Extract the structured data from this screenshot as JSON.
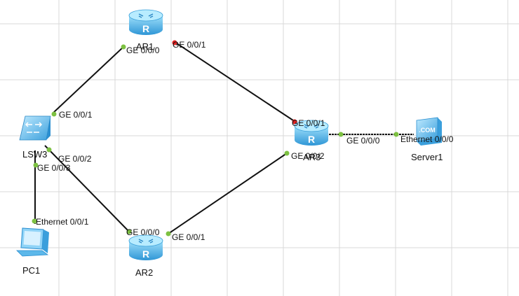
{
  "colors": {
    "grid": "#d9d9d9",
    "link": "#111111",
    "port_up": "#7dc142",
    "port_down": "#e02020",
    "device_light": "#7ed0f5",
    "device_dark": "#2b8fd0"
  },
  "devices": {
    "ar1": {
      "label": "AR1",
      "icon": "router-icon"
    },
    "ar2": {
      "label": "AR2",
      "icon": "router-icon"
    },
    "ar3": {
      "label": "AR3",
      "icon": "router-icon"
    },
    "lsw3": {
      "label": "LSW3",
      "icon": "switch-icon"
    },
    "pc1": {
      "label": "PC1",
      "icon": "pc-icon"
    },
    "server1": {
      "label": "Server1",
      "icon": "server-icon",
      "badge": ".COM"
    }
  },
  "ports": {
    "ar1_g000": "GE 0/0/0",
    "ar1_g001": "GE 0/0/1",
    "lsw3_g001": "GE 0/0/1",
    "lsw3_g002": "GE 0/0/2",
    "lsw3_g003": "GE 0/0/3",
    "pc1_eth": "Ethernet 0/0/1",
    "ar2_g000": "GE 0/0/0",
    "ar2_g001": "GE 0/0/1",
    "ar3_g001": "GE 0/0/1",
    "ar3_g002": "GE 0/0/2",
    "ar3_g000": "GE 0/0/0",
    "server_eth": "Ethernet 0/0/0"
  }
}
